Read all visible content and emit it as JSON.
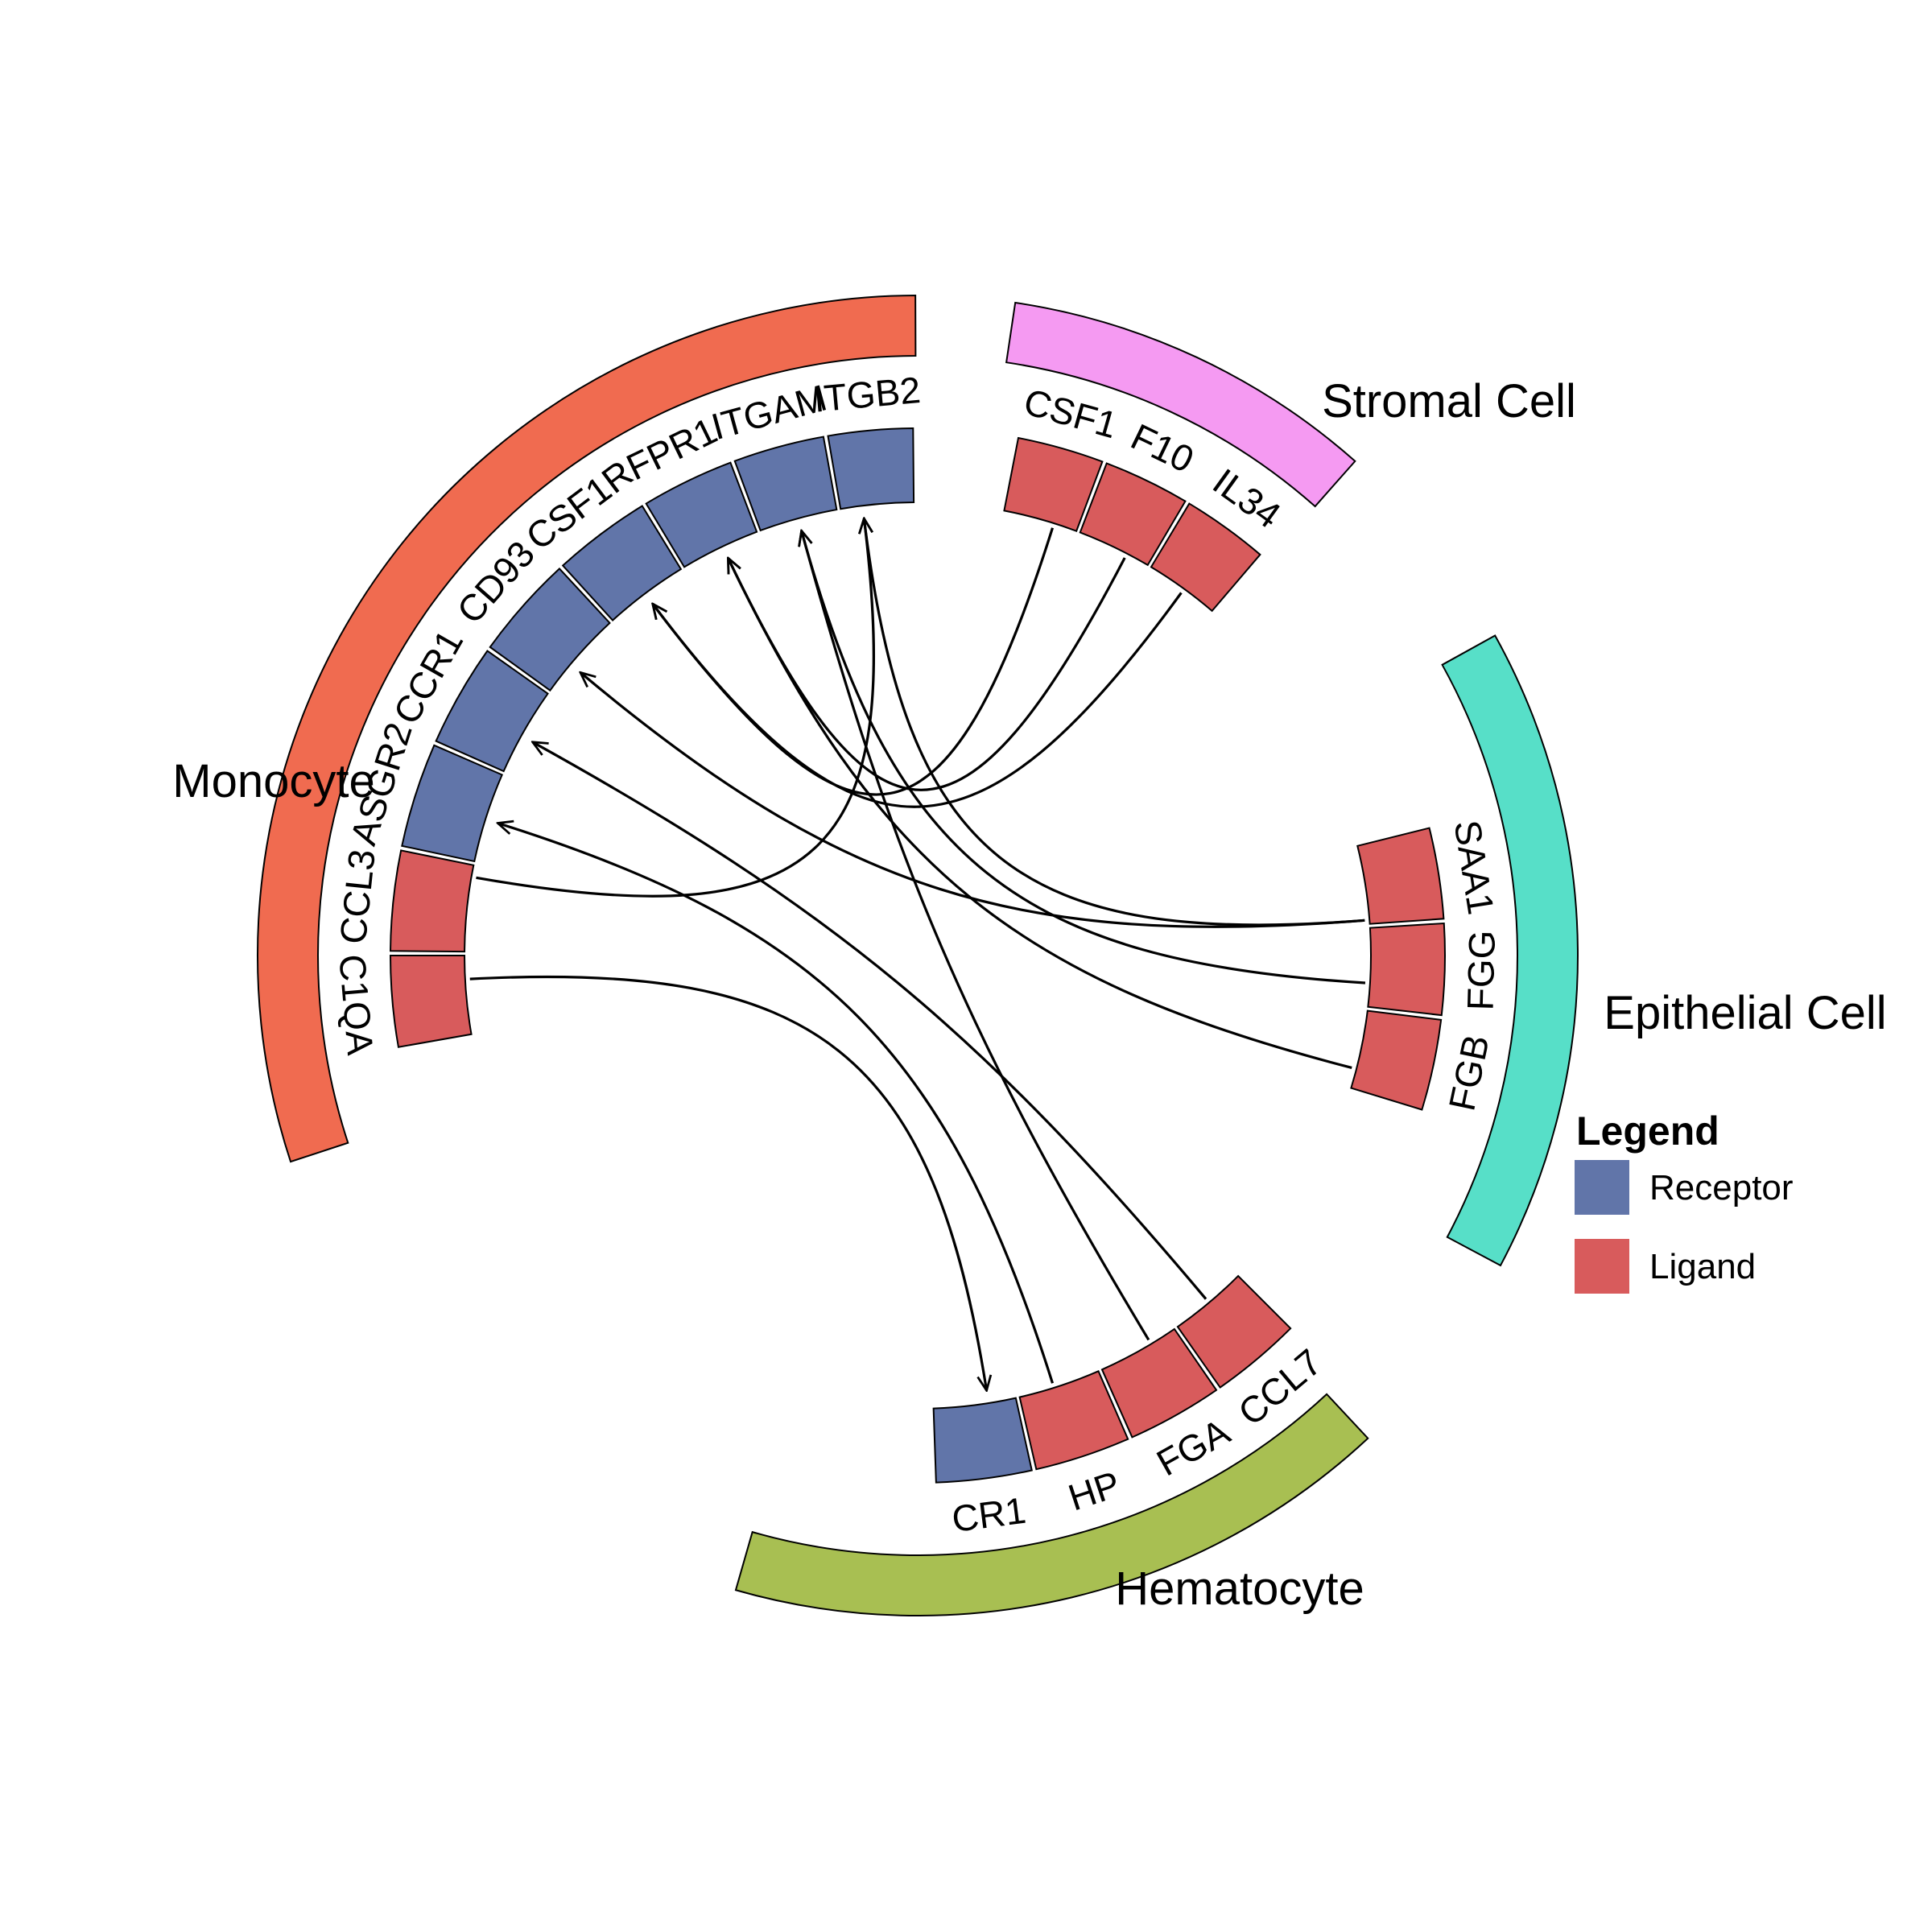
{
  "groups": [
    {
      "id": "monocyte",
      "name": "Monocyte",
      "color": "#F06B50"
    },
    {
      "id": "stromal",
      "name": "Stromal Cell",
      "color": "#F59AF2"
    },
    {
      "id": "epithelial",
      "name": "Epithelial Cell",
      "color": "#57DFC8"
    },
    {
      "id": "hematocyte",
      "name": "Hematocyte",
      "color": "#A8BF52"
    }
  ],
  "genes": [
    {
      "id": "ITGB2",
      "label": "ITGB2",
      "group": "monocyte",
      "type": "Receptor"
    },
    {
      "id": "ITGAM",
      "label": "ITGAM",
      "group": "monocyte",
      "type": "Receptor"
    },
    {
      "id": "FPR1",
      "label": "FPR1",
      "group": "monocyte",
      "type": "Receptor"
    },
    {
      "id": "CSF1R",
      "label": "CSF1R",
      "group": "monocyte",
      "type": "Receptor"
    },
    {
      "id": "CD93",
      "label": "CD93",
      "group": "monocyte",
      "type": "Receptor"
    },
    {
      "id": "CCR1_mono",
      "label": "CCR1",
      "group": "monocyte",
      "type": "Receptor"
    },
    {
      "id": "ASGR2",
      "label": "ASGR2",
      "group": "monocyte",
      "type": "Receptor"
    },
    {
      "id": "CCL3",
      "label": "CCL3",
      "group": "monocyte",
      "type": "Ligand"
    },
    {
      "id": "C1QA",
      "label": "C1QA",
      "group": "monocyte",
      "type": "Ligand"
    },
    {
      "id": "CSF1",
      "label": "CSF1",
      "group": "stromal",
      "type": "Ligand"
    },
    {
      "id": "F10",
      "label": "F10",
      "group": "stromal",
      "type": "Ligand"
    },
    {
      "id": "IL34",
      "label": "IL34",
      "group": "stromal",
      "type": "Ligand"
    },
    {
      "id": "SAA1",
      "label": "SAA1",
      "group": "epithelial",
      "type": "Ligand"
    },
    {
      "id": "FGG",
      "label": "FGG",
      "group": "epithelial",
      "type": "Ligand"
    },
    {
      "id": "FGB",
      "label": "FGB",
      "group": "epithelial",
      "type": "Ligand"
    },
    {
      "id": "CCL7",
      "label": "CCL7",
      "group": "hematocyte",
      "type": "Ligand"
    },
    {
      "id": "FGA",
      "label": "FGA",
      "group": "hematocyte",
      "type": "Ligand"
    },
    {
      "id": "HP",
      "label": "HP",
      "group": "hematocyte",
      "type": "Ligand"
    },
    {
      "id": "CR1_hema",
      "label": "CR1",
      "group": "hematocyte",
      "type": "Receptor"
    }
  ],
  "links": [
    {
      "from": "CSF1",
      "to": "CSF1R"
    },
    {
      "from": "IL34",
      "to": "CSF1R"
    },
    {
      "from": "F10",
      "to": "FPR1"
    },
    {
      "from": "SAA1",
      "to": "CD93"
    },
    {
      "from": "SAA1",
      "to": "ITGB2"
    },
    {
      "from": "FGG",
      "to": "ITGAM"
    },
    {
      "from": "FGB",
      "to": "FPR1"
    },
    {
      "from": "FGA",
      "to": "ITGAM"
    },
    {
      "from": "CCL7",
      "to": "CCR1_mono"
    },
    {
      "from": "HP",
      "to": "ASGR2"
    },
    {
      "from": "CCL3",
      "to": "ITGB2"
    },
    {
      "from": "C1QA",
      "to": "CR1_hema"
    }
  ],
  "legend": {
    "title": "Legend",
    "items": [
      {
        "label": "Receptor",
        "color": "#6175A9"
      },
      {
        "label": "Ligand",
        "color": "#D85B5C"
      }
    ]
  },
  "colors": {
    "receptor": "#6175A9",
    "ligand": "#D85B5C",
    "link": "#000000"
  }
}
